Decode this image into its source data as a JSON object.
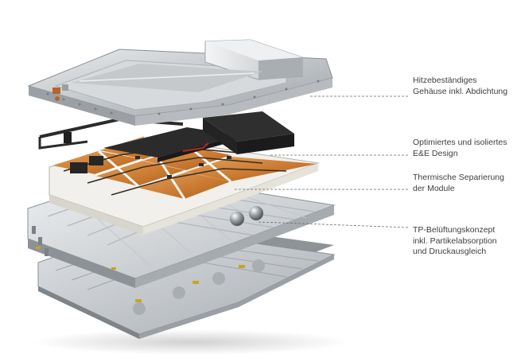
{
  "callouts": [
    {
      "lines": [
        "Hitzebeständiges",
        "Gehäuse inkl. Abdichtung"
      ]
    },
    {
      "lines": [
        "Optimiertes und isoliertes",
        "E&E Design"
      ]
    },
    {
      "lines": [
        "Thermische Separierung",
        "der Module"
      ]
    },
    {
      "lines": [
        "TP-Belüftungskonzept",
        "inkl. Partikelabsorption",
        "und Druckausgleich"
      ]
    }
  ],
  "colors": {
    "housing": "#c9cdd0",
    "module_orange": "#c9782f",
    "module_white": "#f1f0ec",
    "connector_dark": "#2b2b2b",
    "tray_metal": "#d6d9dc",
    "leader_line": "#6a6a6a",
    "label_text": "#3f3f3f"
  }
}
